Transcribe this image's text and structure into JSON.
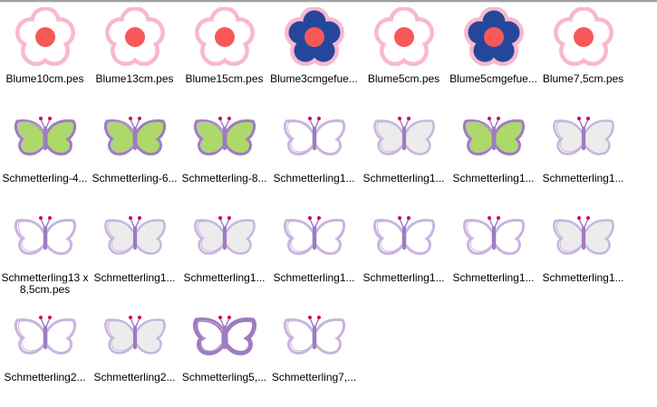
{
  "colors": {
    "flower_pink": "#f9b8cf",
    "flower_center": "#f75858",
    "flower_blue": "#24479c",
    "butterfly_purple": "#9e7cc0",
    "butterfly_light": "#c9b4df",
    "butterfly_green": "#acd96a",
    "butterfly_gray": "#ececec",
    "antenna": "#cc0a5e"
  },
  "files": [
    {
      "name": "Blume10cm.pes",
      "icon": "flower-white"
    },
    {
      "name": "Blume13cm.pes",
      "icon": "flower-white"
    },
    {
      "name": "Blume15cm.pes",
      "icon": "flower-white"
    },
    {
      "name": "Blume3cmgefue...",
      "icon": "flower-blue"
    },
    {
      "name": "Blume5cm.pes",
      "icon": "flower-white"
    },
    {
      "name": "Blume5cmgefue...",
      "icon": "flower-blue"
    },
    {
      "name": "Blume7,5cm.pes",
      "icon": "flower-white"
    },
    {
      "name": "Schmetterling-4...",
      "icon": "butterfly-green"
    },
    {
      "name": "Schmetterling-6...",
      "icon": "butterfly-green"
    },
    {
      "name": "Schmetterling-8...",
      "icon": "butterfly-green"
    },
    {
      "name": "Schmetterling1...",
      "icon": "butterfly-outline"
    },
    {
      "name": "Schmetterling1...",
      "icon": "butterfly-gray"
    },
    {
      "name": "Schmetterling1...",
      "icon": "butterfly-green"
    },
    {
      "name": "Schmetterling1...",
      "icon": "butterfly-gray"
    },
    {
      "name": "Schmetterling13 x 8,5cm.pes",
      "icon": "butterfly-outline"
    },
    {
      "name": "Schmetterling1...",
      "icon": "butterfly-gray"
    },
    {
      "name": "Schmetterling1...",
      "icon": "butterfly-gray"
    },
    {
      "name": "Schmetterling1...",
      "icon": "butterfly-outline"
    },
    {
      "name": "Schmetterling1...",
      "icon": "butterfly-outline"
    },
    {
      "name": "Schmetterling1...",
      "icon": "butterfly-outline"
    },
    {
      "name": "Schmetterling1...",
      "icon": "butterfly-gray"
    },
    {
      "name": "Schmetterling2...",
      "icon": "butterfly-outline"
    },
    {
      "name": "Schmetterling2...",
      "icon": "butterfly-gray"
    },
    {
      "name": "Schmetterling5,...",
      "icon": "butterfly-bold"
    },
    {
      "name": "Schmetterling7,...",
      "icon": "butterfly-outline"
    }
  ]
}
